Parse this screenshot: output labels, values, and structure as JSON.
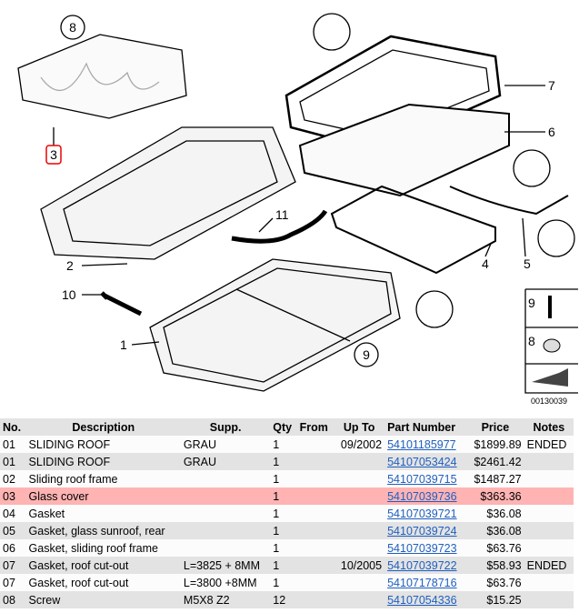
{
  "diagram": {
    "callouts": [
      "8",
      "3",
      "7",
      "6",
      "11",
      "2",
      "4",
      "5",
      "10",
      "1",
      "9"
    ],
    "legend": [
      "9",
      "8"
    ],
    "ref_number": "00130039"
  },
  "table": {
    "headers": [
      "No.",
      "Description",
      "Supp.",
      "Qty",
      "From",
      "Up To",
      "Part Number",
      "Price",
      "Notes"
    ],
    "rows": [
      {
        "no": "01",
        "desc": "SLIDING ROOF",
        "supp": "GRAU",
        "qty": "1",
        "from": "",
        "upto": "09/2002",
        "part": "54101185977",
        "price": "$1899.89",
        "notes": "ENDED"
      },
      {
        "no": "01",
        "desc": "SLIDING ROOF",
        "supp": "GRAU",
        "qty": "1",
        "from": "",
        "upto": "",
        "part": "54107053424",
        "price": "$2461.42",
        "notes": ""
      },
      {
        "no": "02",
        "desc": "Sliding roof frame",
        "supp": "",
        "qty": "1",
        "from": "",
        "upto": "",
        "part": "54107039715",
        "price": "$1487.27",
        "notes": ""
      },
      {
        "no": "03",
        "desc": "Glass cover",
        "supp": "",
        "qty": "1",
        "from": "",
        "upto": "",
        "part": "54107039736",
        "price": "$363.36",
        "notes": ""
      },
      {
        "no": "04",
        "desc": "Gasket",
        "supp": "",
        "qty": "1",
        "from": "",
        "upto": "",
        "part": "54107039721",
        "price": "$36.08",
        "notes": ""
      },
      {
        "no": "05",
        "desc": "Gasket, glass sunroof, rear",
        "supp": "",
        "qty": "1",
        "from": "",
        "upto": "",
        "part": "54107039724",
        "price": "$36.08",
        "notes": ""
      },
      {
        "no": "06",
        "desc": "Gasket, sliding roof frame",
        "supp": "",
        "qty": "1",
        "from": "",
        "upto": "",
        "part": "54107039723",
        "price": "$63.76",
        "notes": ""
      },
      {
        "no": "07",
        "desc": "Gasket, roof cut-out",
        "supp": "L=3825 + 8MM",
        "qty": "1",
        "from": "",
        "upto": "10/2005",
        "part": "54107039722",
        "price": "$58.93",
        "notes": "ENDED"
      },
      {
        "no": "07",
        "desc": "Gasket, roof cut-out",
        "supp": "L=3800 +8MM",
        "qty": "1",
        "from": "",
        "upto": "",
        "part": "54107178716",
        "price": "$63.76",
        "notes": ""
      },
      {
        "no": "08",
        "desc": "Screw",
        "supp": "M5X8 Z2",
        "qty": "12",
        "from": "",
        "upto": "",
        "part": "54107054336",
        "price": "$15.25",
        "notes": ""
      }
    ],
    "highlight_index": 3,
    "colors": {
      "highlight": "#ffb3b3",
      "alt": "#e3e3e3",
      "link": "#1f5fbf"
    }
  }
}
